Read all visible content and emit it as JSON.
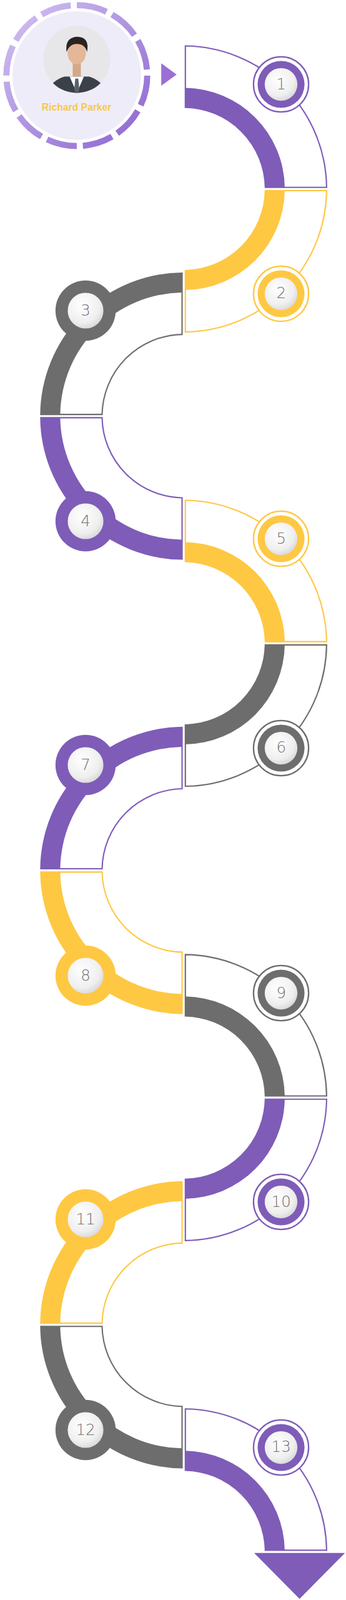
{
  "diagram": {
    "nodes": [
      {
        "text": [
          "Richard Parker"
        ]
      },
      {
        "text": [
          "1"
        ]
      },
      {
        "text": [
          "2"
        ]
      },
      {
        "text": [
          "3"
        ]
      },
      {
        "text": [
          "4"
        ]
      },
      {
        "text": [
          "5"
        ]
      },
      {
        "text": [
          "6"
        ]
      },
      {
        "text": [
          "7"
        ]
      },
      {
        "text": [
          "8"
        ]
      },
      {
        "text": [
          "9"
        ]
      },
      {
        "text": [
          "10"
        ]
      },
      {
        "text": [
          "11"
        ]
      },
      {
        "text": [
          "12"
        ]
      },
      {
        "text": [
          "13"
        ]
      }
    ]
  }
}
